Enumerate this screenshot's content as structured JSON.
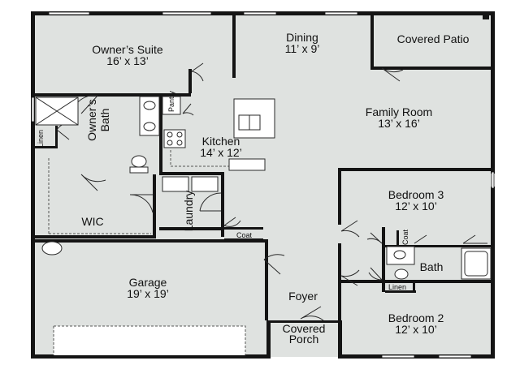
{
  "rooms": {
    "owners_suite": {
      "name": "Owner’s Suite",
      "size": "16’ x 13’"
    },
    "dining": {
      "name": "Dining",
      "size": "11’ x 9’"
    },
    "covered_patio": {
      "name": "Covered Patio"
    },
    "family_room": {
      "name": "Family Room",
      "size": "13’ x 16’"
    },
    "owners_bath": {
      "line1": "Owner’s",
      "line2": "Bath"
    },
    "pantry": {
      "name": "Pantry"
    },
    "linen_1": {
      "name": "Linen"
    },
    "kitchen": {
      "name": "Kitchen",
      "size": "14’ x 12’"
    },
    "laundry": {
      "name": "Laundry"
    },
    "wic": {
      "name": "WIC"
    },
    "coat_1": {
      "name": "Coat"
    },
    "bedroom_3": {
      "name": "Bedroom 3",
      "size": "12’ x 10’"
    },
    "coat_2": {
      "name": "Coat"
    },
    "bath": {
      "name": "Bath"
    },
    "linen_2": {
      "name": "Linen"
    },
    "garage": {
      "name": "Garage",
      "size": "19’ x 19’"
    },
    "foyer": {
      "name": "Foyer"
    },
    "covered_porch": {
      "line1": "Covered",
      "line2": "Porch"
    },
    "bedroom_2": {
      "name": "Bedroom 2",
      "size": "12’ x 10’"
    }
  }
}
